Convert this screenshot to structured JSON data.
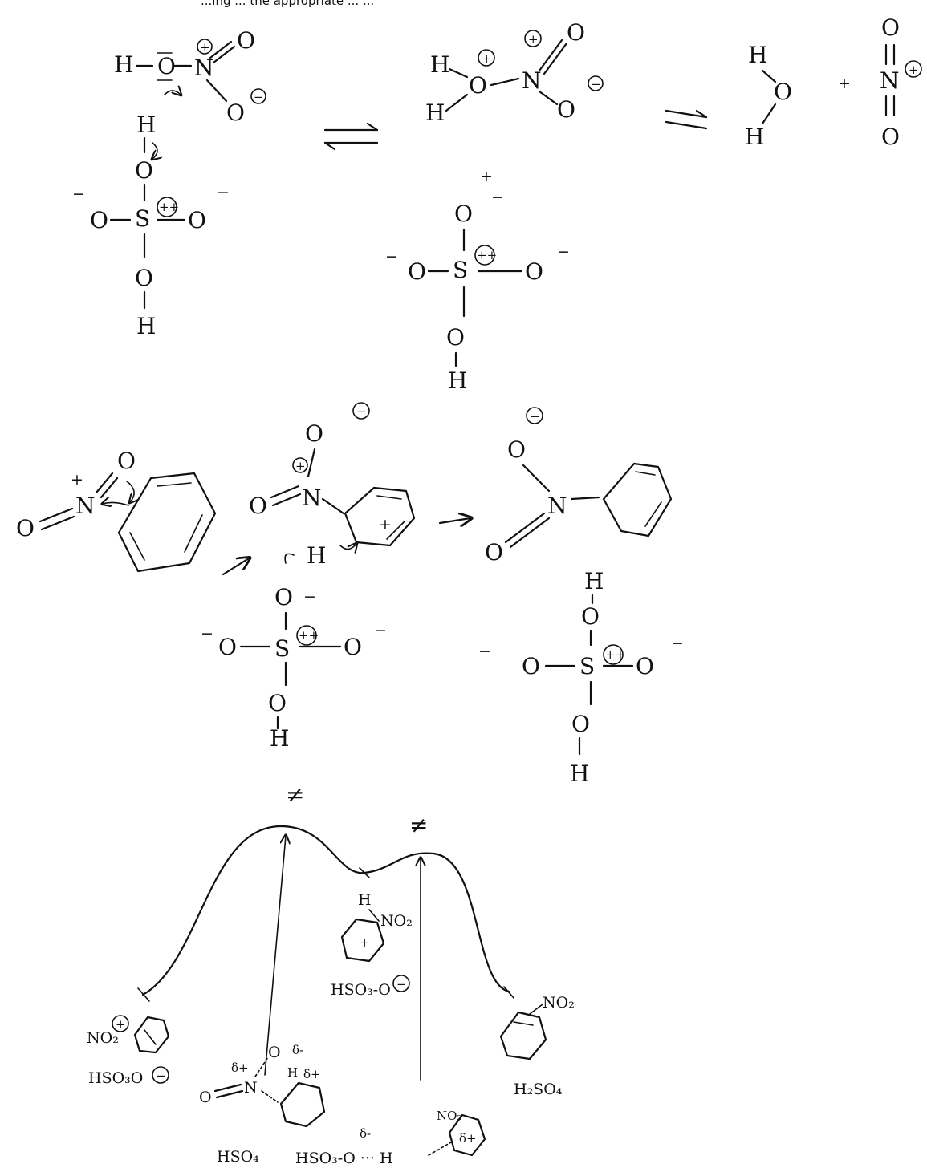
{
  "header": {
    "cut_line": "...ing ... the appropriate ... ..."
  },
  "scheme1": {
    "nitric_acid": {
      "h": "H",
      "o": "O",
      "n": "N",
      "o1": "O",
      "o2": "O",
      "plus": "+",
      "minus": "−"
    },
    "sulfuric_acid": {
      "h_top": "H",
      "o_top": "O",
      "s": "S",
      "charge_s": "++",
      "o_left": "O",
      "o_right": "O",
      "o_bottom": "O",
      "h_bottom": "H",
      "minus": "−"
    },
    "protonated": {
      "h1": "H",
      "h2": "H",
      "o": "O",
      "n": "N",
      "o1": "O",
      "o2": "O",
      "plus": "+",
      "minus": "−"
    },
    "water": {
      "h1": "H",
      "o": "O",
      "h2": "H"
    },
    "plus_sign": "+",
    "nitronium": {
      "o_top": "O",
      "n": "N",
      "o_bottom": "O",
      "plus": "+"
    },
    "bisulfate": {
      "plus": "+",
      "o_top": "O",
      "s": "S",
      "charge_s": "++",
      "o_left": "O",
      "o_right": "O",
      "o_bottom": "O",
      "h": "H",
      "minus": "−"
    }
  },
  "scheme2": {
    "nitronium": {
      "o_left": "O",
      "n": "N",
      "o_right": "O",
      "plus": "+"
    },
    "sigma_complex": {
      "o_top": "O",
      "n": "N",
      "o_left": "O",
      "h": "H",
      "plus": "+",
      "minus": "−"
    },
    "product": {
      "o_top": "O",
      "n": "N",
      "o_left": "O",
      "minus": "−"
    },
    "bisulfate_left": {
      "o_top": "O",
      "s": "S",
      "charge_s": "++",
      "o_left": "O",
      "o_right": "O",
      "o_bottom": "O",
      "h": "H",
      "minus": "−"
    },
    "sulfuric_right": {
      "h_top": "H",
      "o_top": "O",
      "s": "S",
      "charge_s": "++",
      "o_left": "O",
      "o_right": "O",
      "o_bottom": "O",
      "h_bottom": "H",
      "minus": "−"
    }
  },
  "energy_diagram": {
    "ts1_mark": "≠",
    "ts2_mark": "≠",
    "reactants": {
      "no2": "NO₂",
      "charge": "+",
      "hso3o": "HSO₃O",
      "minus": "−"
    },
    "intermediate": {
      "h": "H",
      "no2": "NO₂",
      "ring_charge": "+",
      "hso3o": "HSO₃-O",
      "minus": "−"
    },
    "products": {
      "no2": "NO₂",
      "h2so4": "H₂SO₄"
    },
    "ts1": {
      "o_eq": "O",
      "n": "N",
      "o_top": "O",
      "delta_minus": "δ-",
      "delta_plus_n": "δ+",
      "h": "H",
      "delta_plus_ring": "δ+",
      "hso4": "HSO₄⁻"
    },
    "ts2": {
      "no2": "NO₂",
      "ring_charge": "δ+",
      "delta_minus": "δ-",
      "hso3o_h": "HSO₃-O ··· H"
    }
  }
}
